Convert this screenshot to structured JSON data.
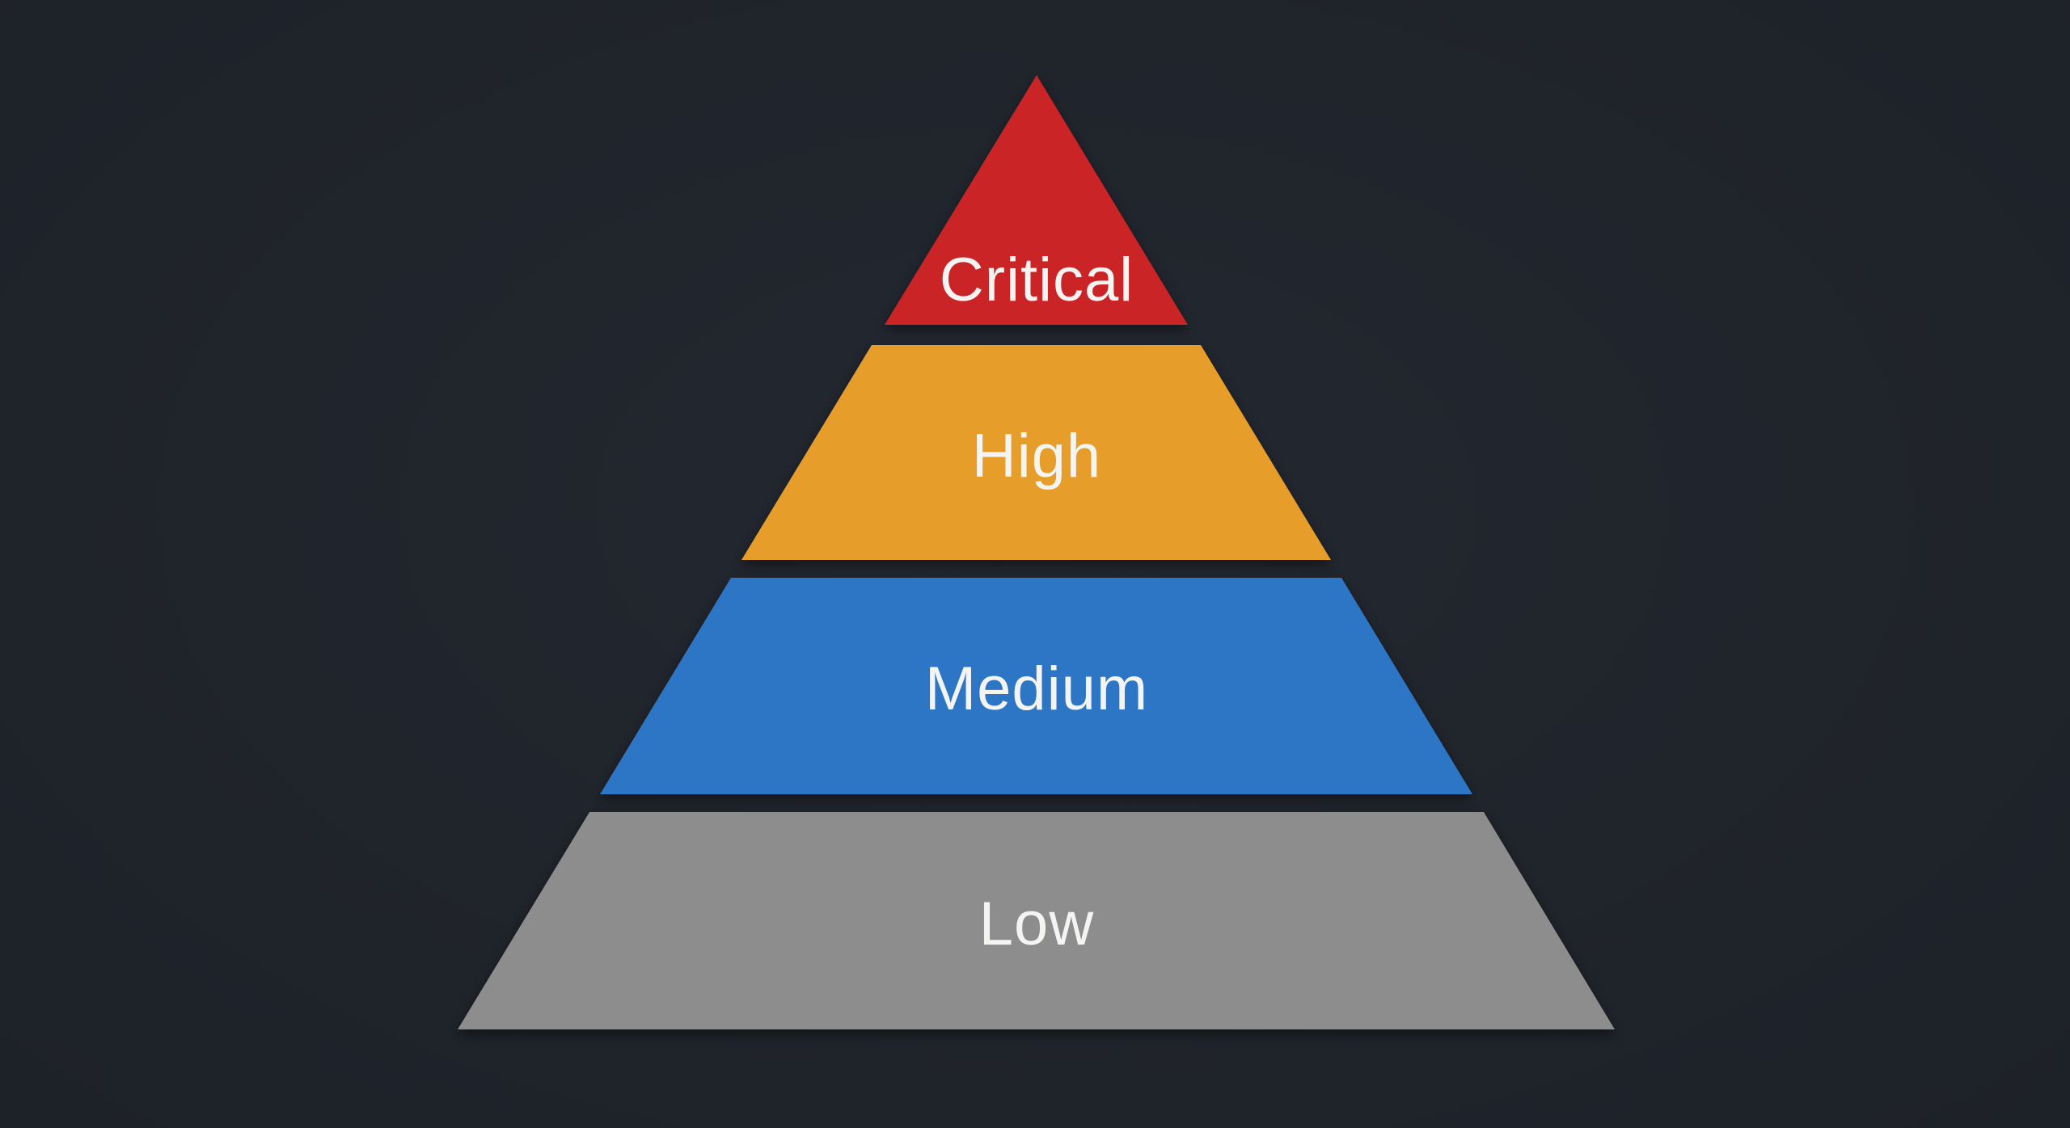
{
  "colors": {
    "background": "#20242b",
    "label_text": "#f4f4f2"
  },
  "pyramid": {
    "levels": [
      {
        "id": "critical",
        "label": "Critical",
        "color": "#cb2427"
      },
      {
        "id": "high",
        "label": "High",
        "color": "#e79d2a"
      },
      {
        "id": "medium",
        "label": "Medium",
        "color": "#2d75c5"
      },
      {
        "id": "low",
        "label": "Low",
        "color": "#8d8d8d"
      }
    ]
  }
}
